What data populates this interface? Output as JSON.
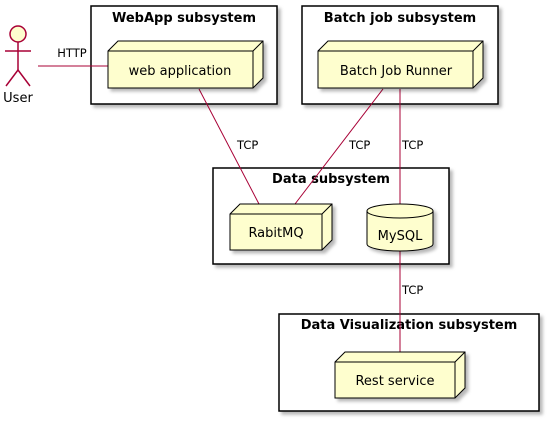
{
  "actor": {
    "label": "User"
  },
  "packages": {
    "webapp": {
      "title": "WebApp subsystem"
    },
    "batch": {
      "title": "Batch job subsystem"
    },
    "data": {
      "title": "Data subsystem"
    },
    "viz": {
      "title": "Data Visualization subsystem"
    }
  },
  "nodes": {
    "webapp": {
      "label": "web application"
    },
    "batch": {
      "label": "Batch Job Runner"
    },
    "rabbit": {
      "label": "RabitMQ"
    },
    "mysql": {
      "label": "MySQL"
    },
    "rest": {
      "label": "Rest service"
    }
  },
  "edges": {
    "user_webapp": {
      "label": "HTTP"
    },
    "webapp_rabbit": {
      "label": "TCP"
    },
    "batch_rabbit": {
      "label": "TCP"
    },
    "batch_mysql": {
      "label": "TCP"
    },
    "mysql_rest": {
      "label": "TCP"
    }
  },
  "colors": {
    "node_fill": "#FEFECE",
    "node_stroke": "#000000",
    "actor_stroke": "#A80036",
    "edge": "#A80036",
    "shadow": "#C8C8C8"
  }
}
